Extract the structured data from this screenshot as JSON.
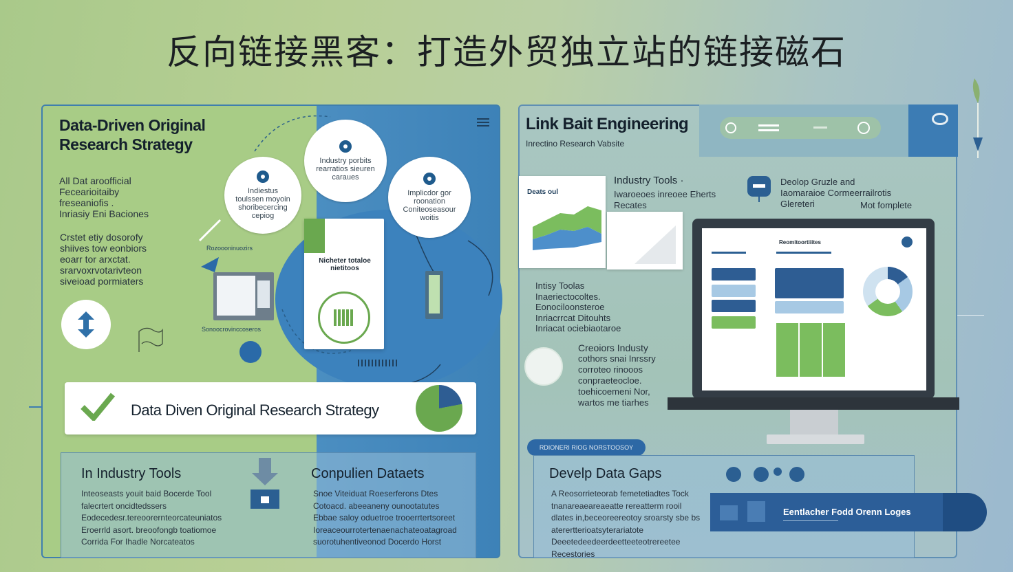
{
  "page_title": "反向链接黑客：打造外贸独立站的链接磁石",
  "left_panel": {
    "heading": "Data-Driven Original Research Strategy",
    "text_block_1": [
      "All Dat aroofficial",
      "Fecearioitaiby",
      "freseaniofis .",
      "Inriasiy Eni Baciones"
    ],
    "text_block_2": [
      "Crstet etiy dosorofy",
      "shiives tow eonbiors",
      "eoarr tor arxctat.",
      "srarvoxrvotarivteon",
      "siveioad pormiaters"
    ],
    "circle_1": "Indiestus toulssen moyoin shoribecercing cepiog",
    "circle_2": "Industry porbits rearratios sieuren caraues",
    "circle_3": "Implicdor gor roonation Coniteoseasour woitis",
    "doc_card": "Nicheter totaloe nietitoos",
    "small_label_1": "Rozoooninuozirs",
    "small_label_2": "Sonoocrovinccoseros",
    "banner_text": "Data Diven Original Research Strategy",
    "bottom": {
      "col1_title": "In Industry Tools",
      "col1_lines": [
        "Inteoseasts youit baid Bocerde Tool",
        "falecrtert oncidtedssers",
        "Eodecedesr.tereoorernteorcateuniatos",
        "Eroerrld asort. breoofongb toatiomoe",
        "Corrida For Ihadle Norcateatos"
      ],
      "col2_title": "Conpulien Dataets",
      "col2_lines": [
        "Snoe Viteiduat Roeserferons Dtes",
        "Cotoacd. abeeaneny ounootatutes",
        "Ebbae saloy oduetroe trooerrtertsoreet",
        "Ioreaceourrotertenaenachateoatagroad",
        "suorotuhentiveonod Docerdo Horst"
      ]
    }
  },
  "right_panel": {
    "heading": "Link Bait Engineering",
    "subheading": "Inrectino Research Vabsite",
    "chart_label": "Deats oul",
    "tools_title": "Industry Tools ·",
    "tools_lines": [
      "Iwaroeoes inreoee Eherts",
      "Recates"
    ],
    "develop_lines": [
      "Deolop Gruzle and",
      "Iaomaraioe Cormeerrailrotis",
      "Glereteri"
    ],
    "more_templates": "Mot fomplete",
    "list_lines": [
      "Intisy Toolas",
      "Inaeriectocoltes.",
      "Eonociloonsteroe",
      "Inriacrrcat Ditouhts",
      "Inriacat ociebiaotaroe"
    ],
    "creators_lines": [
      "Creoiors Industy",
      "cothors snai Inrssry",
      "corroteo rinooos",
      "conpraeteocloe.",
      "toehicoemeni Nor,",
      "wartos me tiarhes"
    ],
    "screen_title": "Reomitoortiiites",
    "pill_text": "RDIONERI RIOG NORSTOOSOY",
    "develop_title": "Develp Data Gaps",
    "develop_bottom_lines": [
      "A Reosorrieteorab femetetiadtes Tock",
      "tnanareaeareaeatte rereatterm rooil",
      "dlates in,beceoreereotoy sroarsty sbe bs",
      "aterertterioatsyterariatote",
      "Deeetedeedeerdeetteeteotrereetee Recestories"
    ],
    "ribbon_text": "Eentlacher Fodd Orenn Loges"
  }
}
